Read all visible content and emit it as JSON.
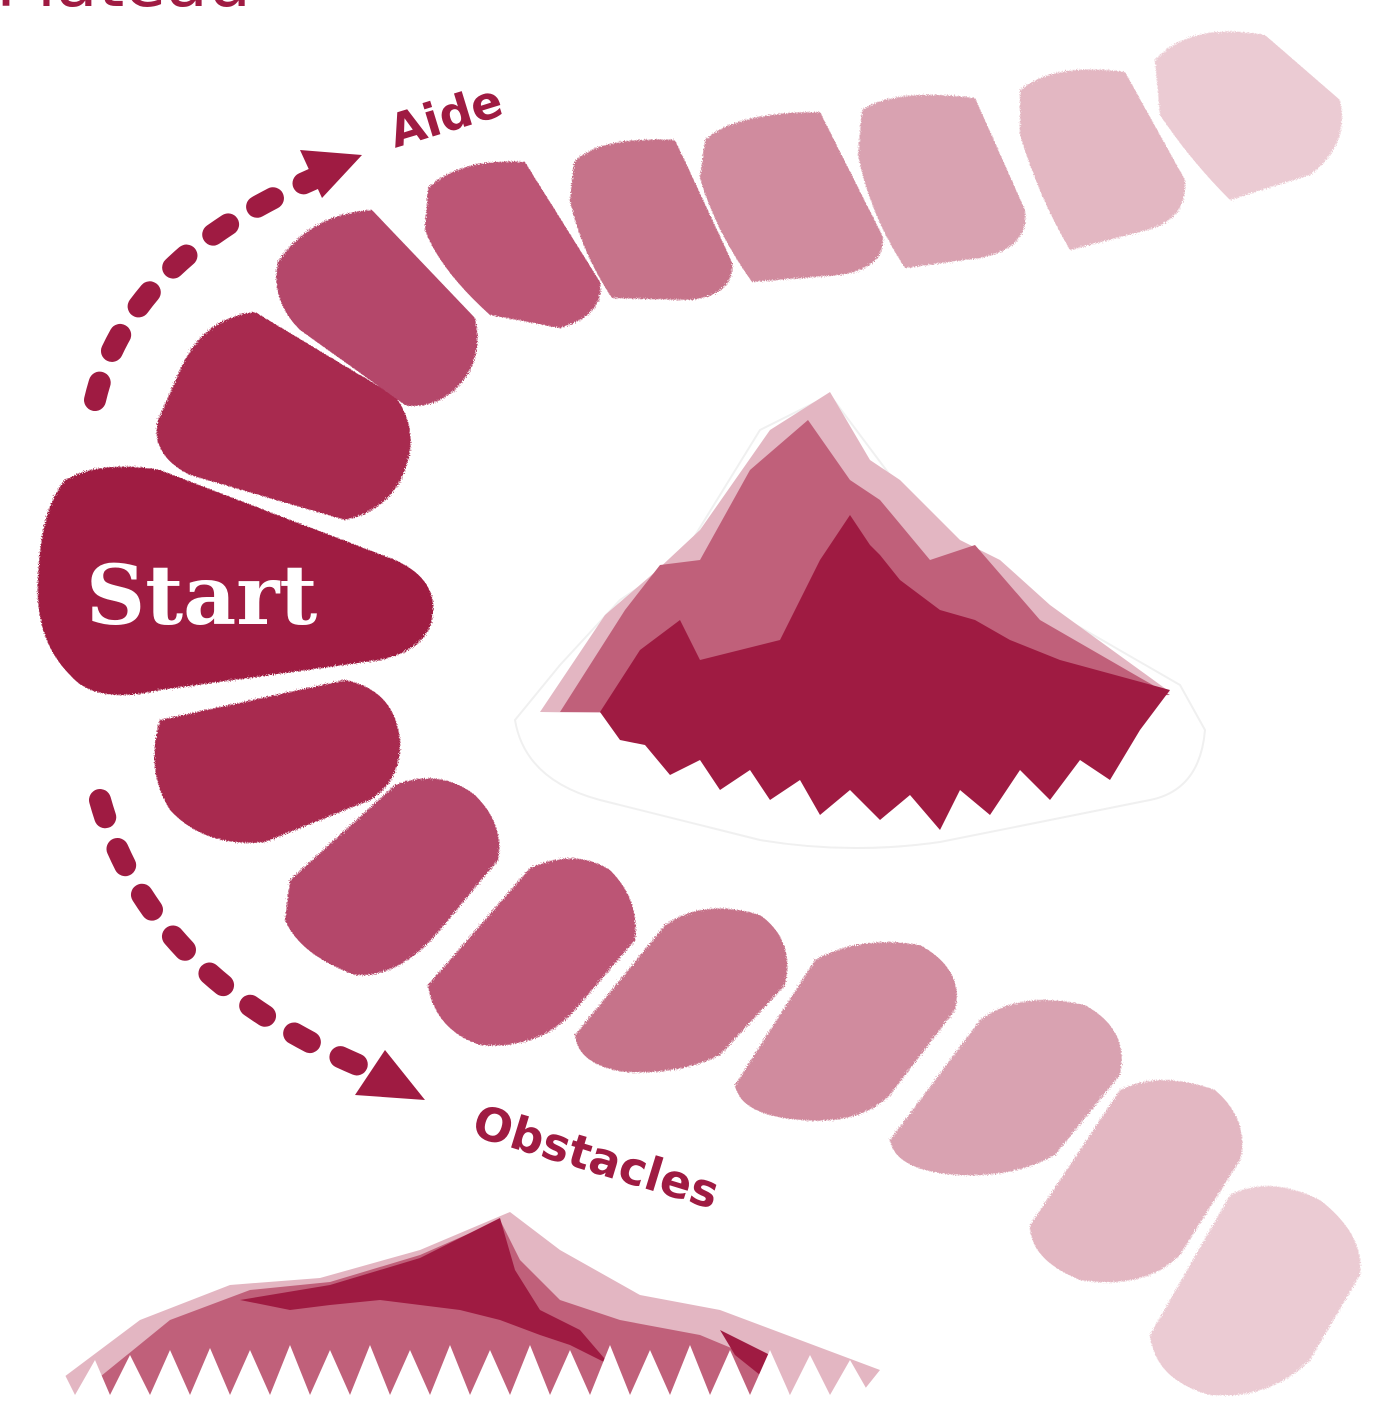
{
  "title": "Plateau",
  "start_label": "Start",
  "aide_label": "Aide",
  "obstacles_label": "Obstacles",
  "colors": {
    "primary": "#9f1b42",
    "tile_shades": [
      "#a8294f",
      "#b4466a",
      "#c06079",
      "#c9798f",
      "#d48fa2",
      "#dca4b3",
      "#e5b9c4",
      "#eccdd5"
    ],
    "mountain_light": "#e3b6c2",
    "mountain_mid": "#c0607a",
    "background": "#ffffff"
  },
  "icons": {
    "upper_arrow": "dashed-curved-arrow-up-icon",
    "lower_arrow": "dashed-curved-arrow-down-icon",
    "large_mountain": "mountain-peak-icon",
    "small_mountain": "mountain-range-icon"
  }
}
